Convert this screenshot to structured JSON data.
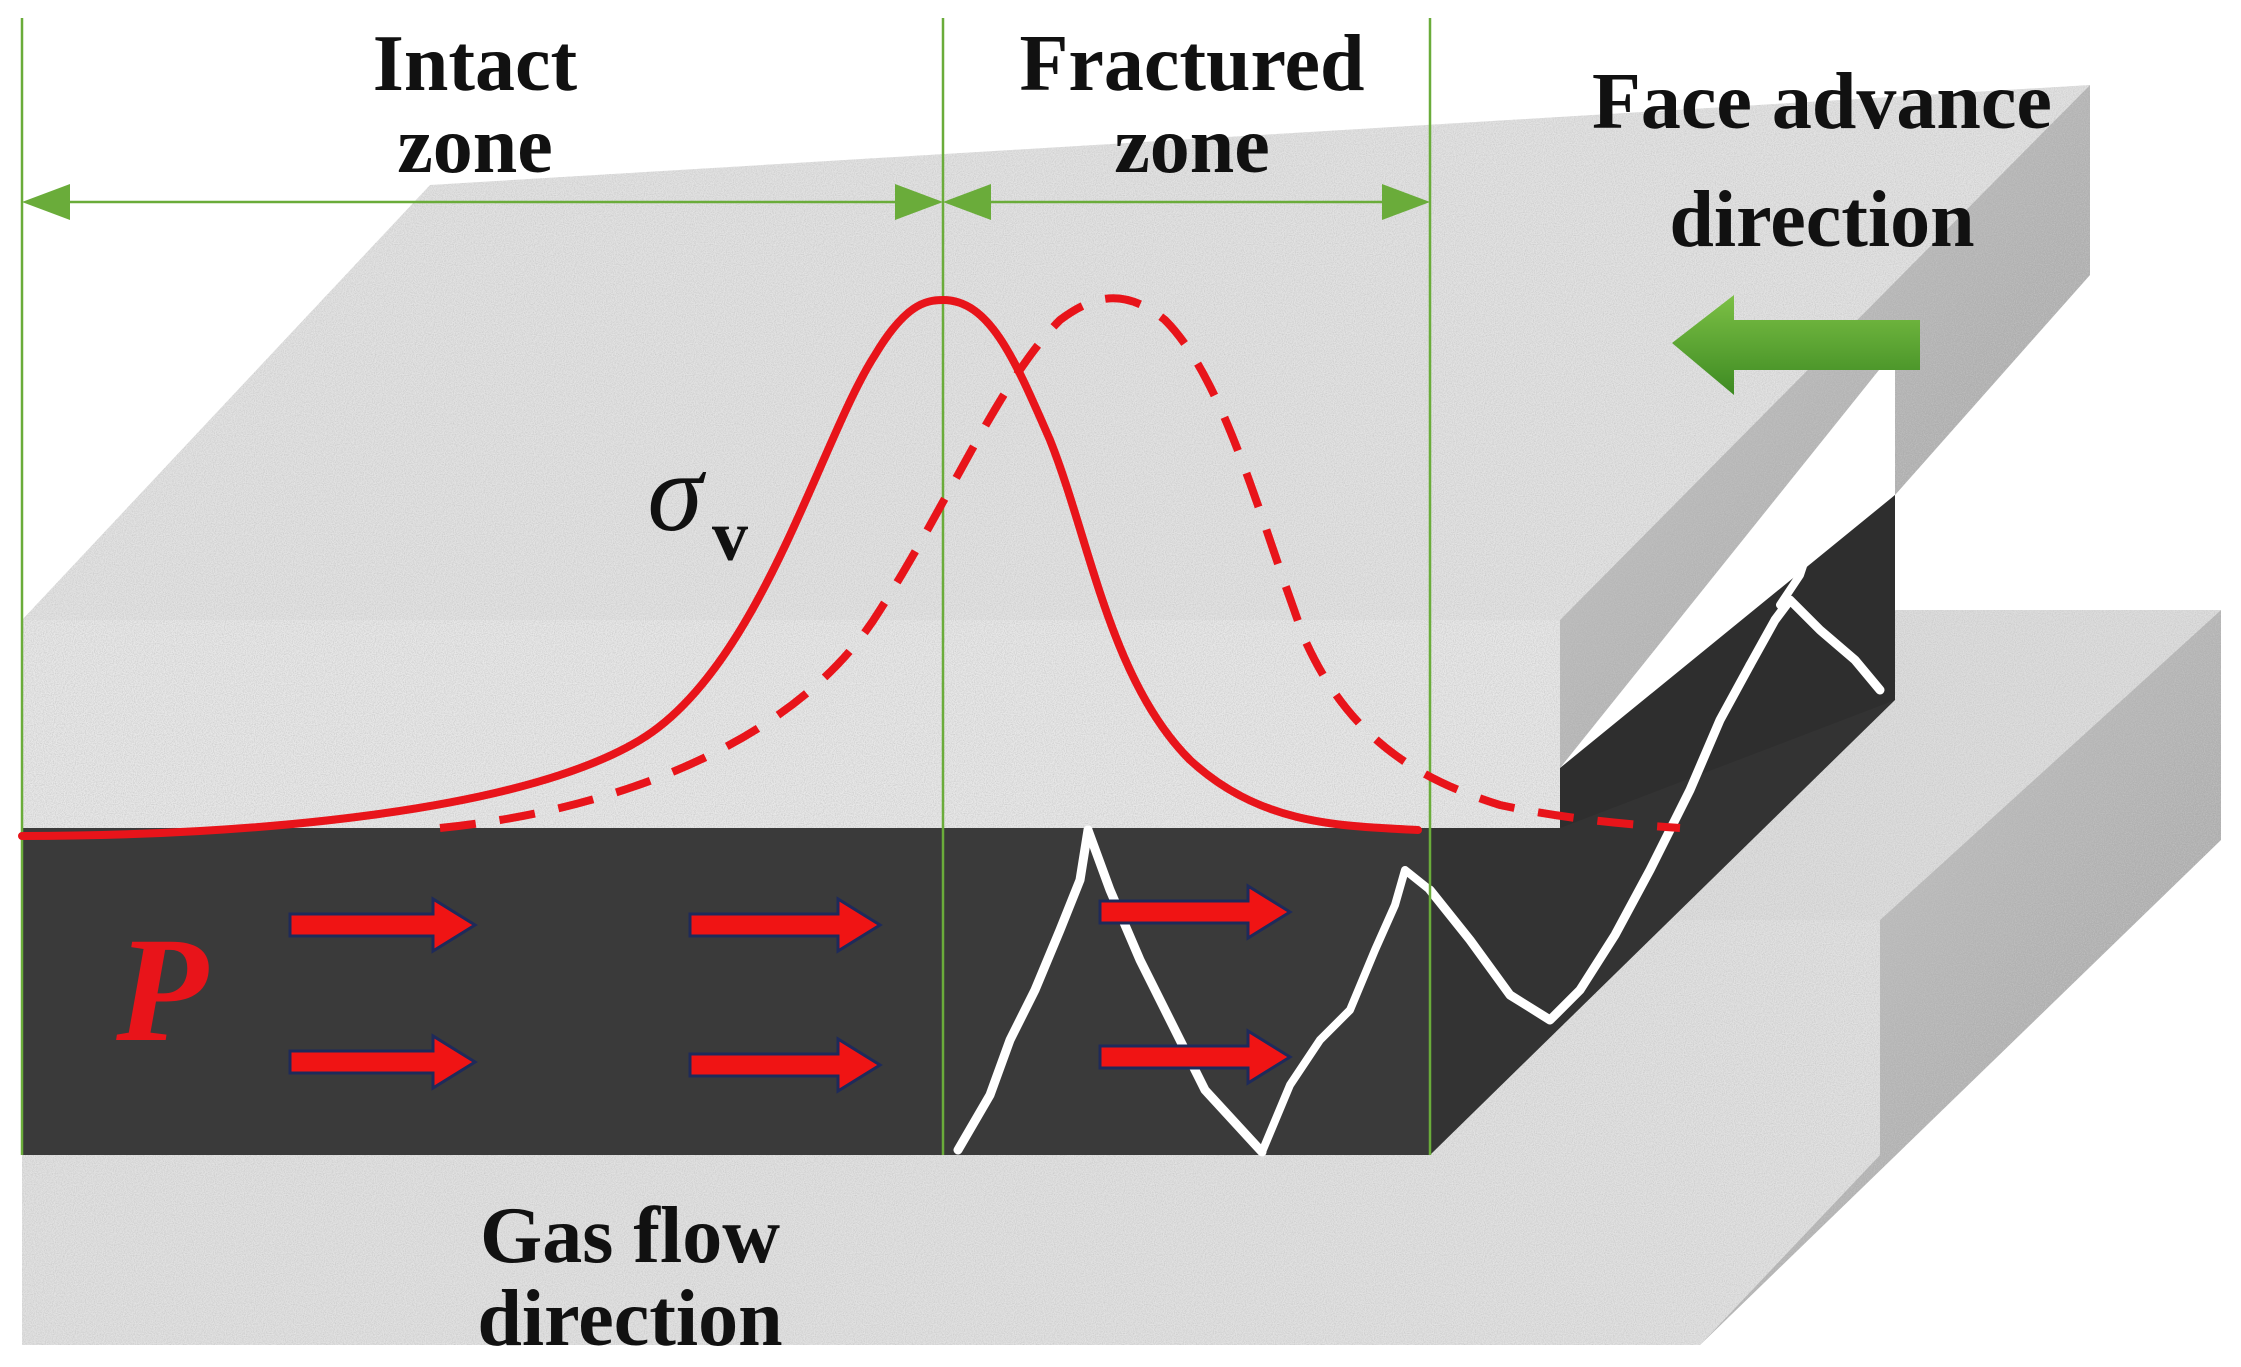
{
  "labels": {
    "intact_zone": [
      "Intact",
      "zone"
    ],
    "fractured_zone": [
      "Fractured",
      "zone"
    ],
    "face_advance": [
      "Face advance",
      "direction"
    ],
    "gas_flow": [
      "Gas flow",
      "direction"
    ],
    "sigma_symbol": "σ",
    "sigma_subscript": "v",
    "pressure_symbol": "P"
  },
  "colors": {
    "stress_curve": "#e8141a",
    "flow_arrow": "#f01414",
    "flow_arrow_outline": "#1e2a5a",
    "dimension_line": "#6aac3a",
    "face_arrow": "#5aa02e",
    "coal_seam": "#3a3a3a",
    "rock": "#dcdcdc",
    "rock_side": "#b5b5b5",
    "crack": "#ffffff"
  }
}
